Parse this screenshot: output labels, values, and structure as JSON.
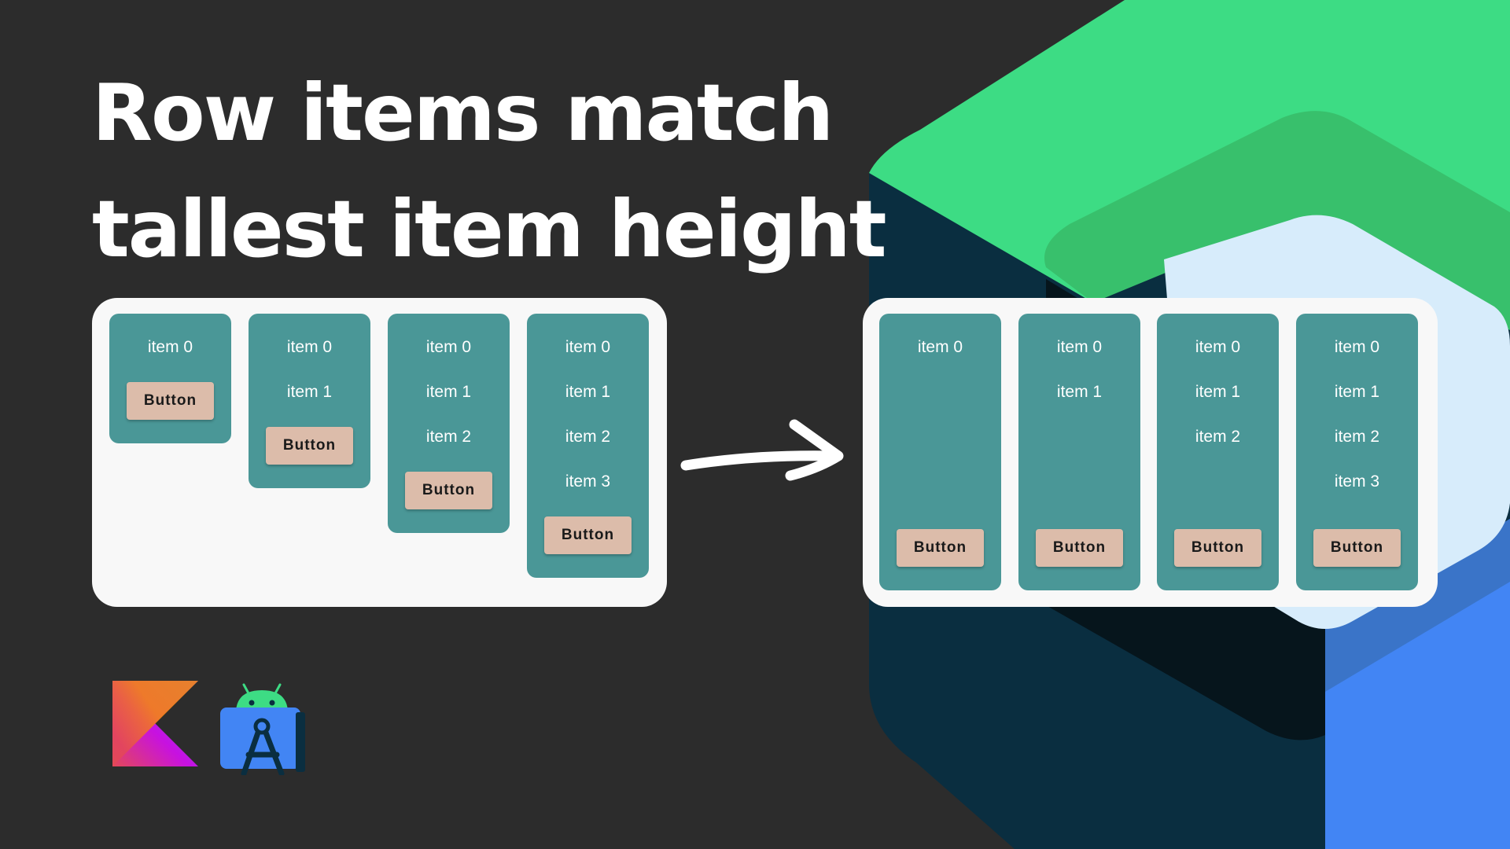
{
  "headline": {
    "line1": "Row items match",
    "line2": "tallest item height"
  },
  "panel_before": {
    "cards": [
      {
        "items": [
          "item 0"
        ],
        "button": "Button"
      },
      {
        "items": [
          "item 0",
          "item 1"
        ],
        "button": "Button"
      },
      {
        "items": [
          "item 0",
          "item 1",
          "item 2"
        ],
        "button": "Button"
      },
      {
        "items": [
          "item 0",
          "item 1",
          "item 2",
          "item 3"
        ],
        "button": "Button"
      }
    ]
  },
  "panel_after": {
    "cards": [
      {
        "items": [
          "item 0"
        ],
        "button": "Button"
      },
      {
        "items": [
          "item 0",
          "item 1"
        ],
        "button": "Button"
      },
      {
        "items": [
          "item 0",
          "item 1",
          "item 2"
        ],
        "button": "Button"
      },
      {
        "items": [
          "item 0",
          "item 1",
          "item 2",
          "item 3"
        ],
        "button": "Button"
      }
    ]
  },
  "colors": {
    "background": "#2c2c2c",
    "panel": "#f8f8f8",
    "card": "#4a9797",
    "button": "#dcbcaa",
    "compose_green": "#3ddc84",
    "compose_navy": "#0a2e40",
    "compose_blue": "#4285f4",
    "compose_light": "#d7ecfb"
  },
  "icons": {
    "arrow": "right-arrow-icon",
    "kotlin": "kotlin-logo",
    "android_studio": "android-studio-logo"
  }
}
